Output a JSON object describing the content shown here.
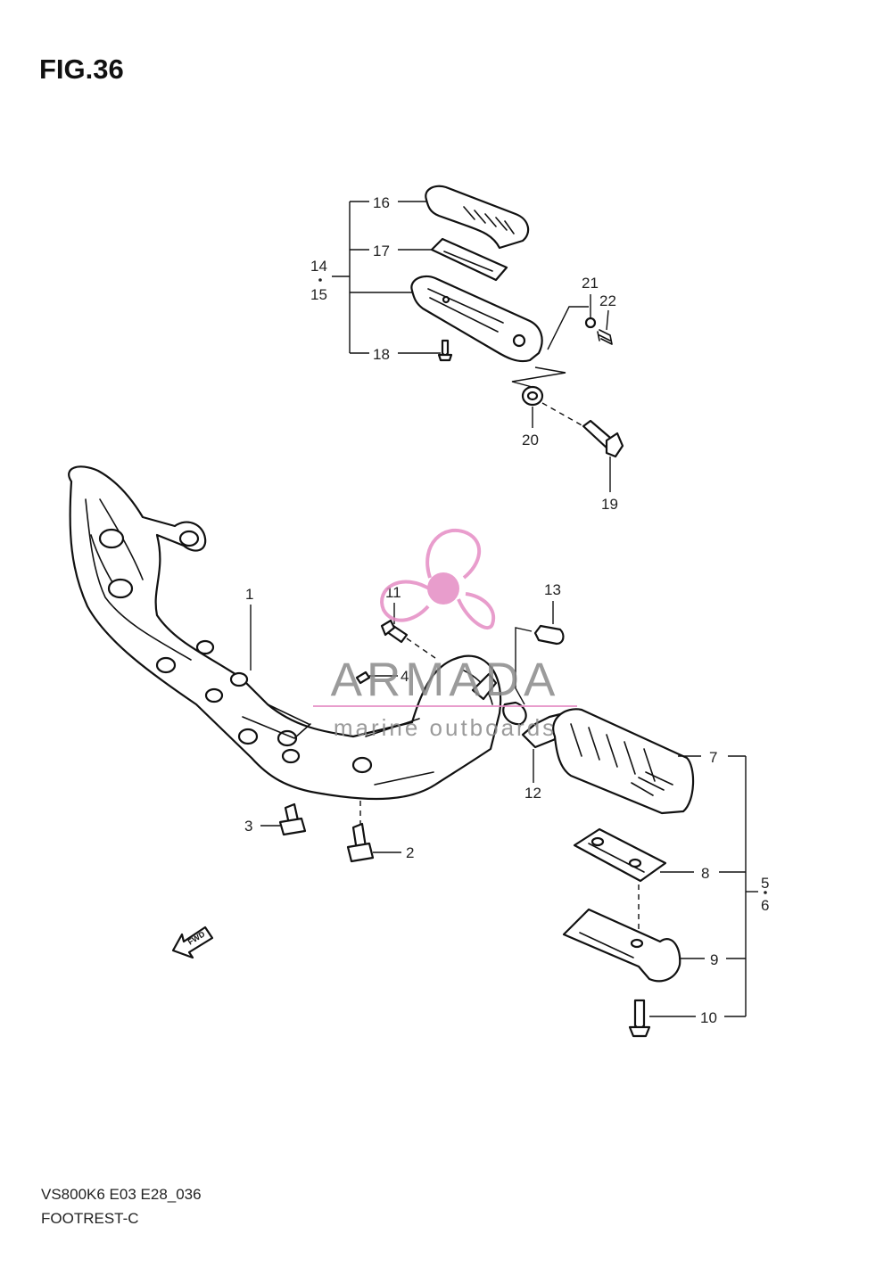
{
  "figure": {
    "title": "FIG.36",
    "model_code": "VS800K6 E03 E28_036",
    "caption": "FOOTREST-C"
  },
  "callouts": {
    "c1": "1",
    "c2": "2",
    "c3": "3",
    "c4": "4",
    "c5": "5",
    "c6": "6",
    "c7": "7",
    "c8": "8",
    "c9": "9",
    "c10": "10",
    "c11": "11",
    "c12": "12",
    "c13": "13",
    "c14": "14",
    "c15": "15",
    "c16": "16",
    "c17": "17",
    "c18": "18",
    "c19": "19",
    "c20": "20",
    "c21": "21",
    "c22": "22"
  },
  "direction_marker": {
    "label": "FWD"
  },
  "watermark": {
    "brand": "ARMADA",
    "tagline": "marine outboards",
    "logo_color": "#e58cc4",
    "text_color": "#8a8a8a"
  }
}
